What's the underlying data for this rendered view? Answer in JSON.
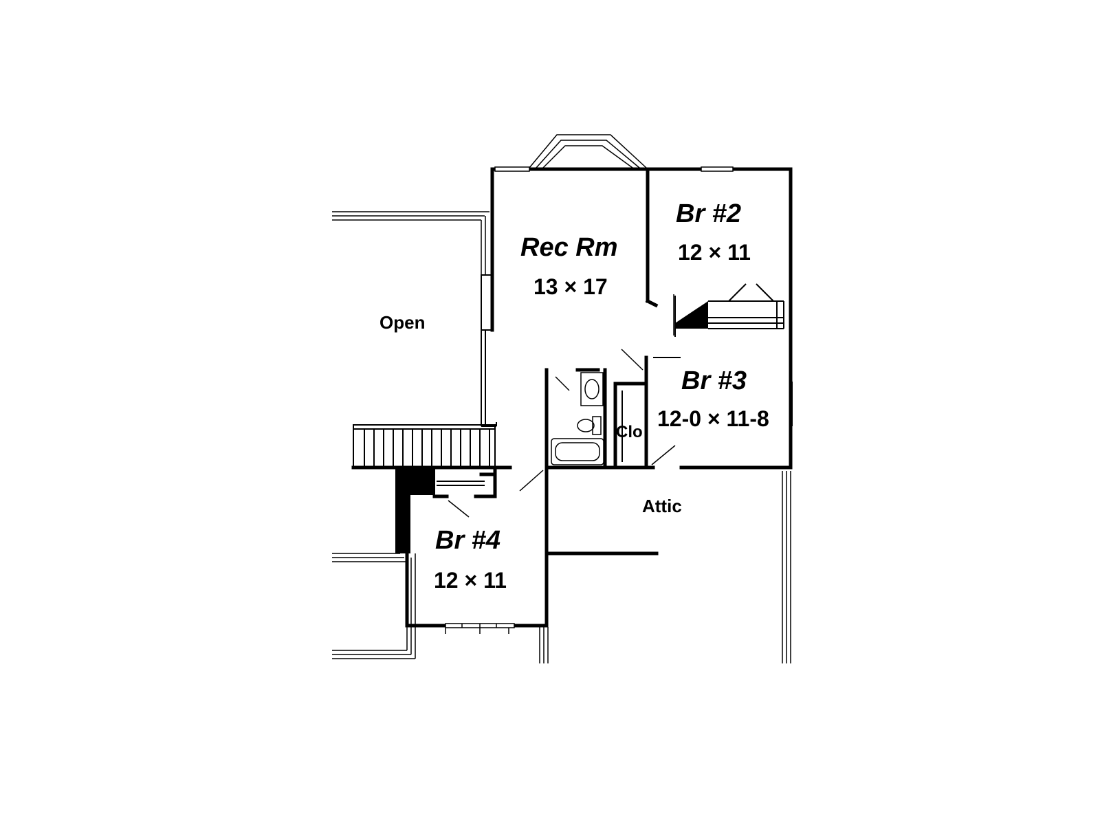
{
  "rooms": {
    "rec_rm": {
      "name": "Rec Rm",
      "size": "13 × 17"
    },
    "br2": {
      "name": "Br #2",
      "size": "12 × 11"
    },
    "br3": {
      "name": "Br #3",
      "size": "12-0 × 11-8"
    },
    "br4": {
      "name": "Br #4",
      "size": "12 × 11"
    }
  },
  "areas": {
    "open": "Open",
    "attic": "Attic",
    "clo": "Clo"
  },
  "colors": {
    "wall": "#000000",
    "background": "#ffffff"
  }
}
